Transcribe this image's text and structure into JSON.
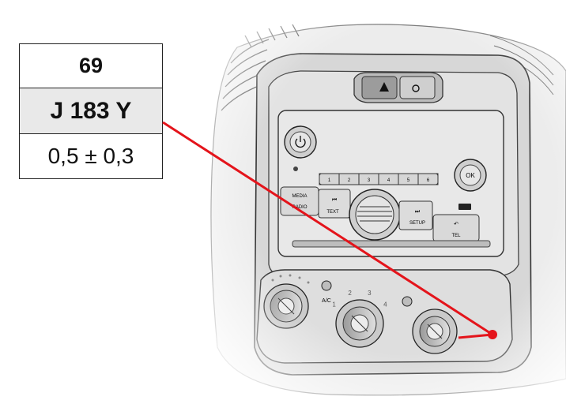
{
  "label": {
    "number": "69",
    "code": "J 183 Y",
    "tolerance": "0,5 ± 0,3"
  },
  "panel": {
    "media_label": "MEDIA",
    "radio_label": "RADIO",
    "text_label": "TEXT",
    "setup_label": "SETUP",
    "tel_label": "TEL",
    "ok_label": "OK",
    "ac_label": "A/C",
    "preset_labels": [
      "1",
      "2",
      "3",
      "4",
      "5",
      "6"
    ],
    "fan_marks": [
      "1",
      "2",
      "3",
      "4"
    ]
  },
  "colors": {
    "leader_line": "#e4141b",
    "outline": "#222222"
  }
}
